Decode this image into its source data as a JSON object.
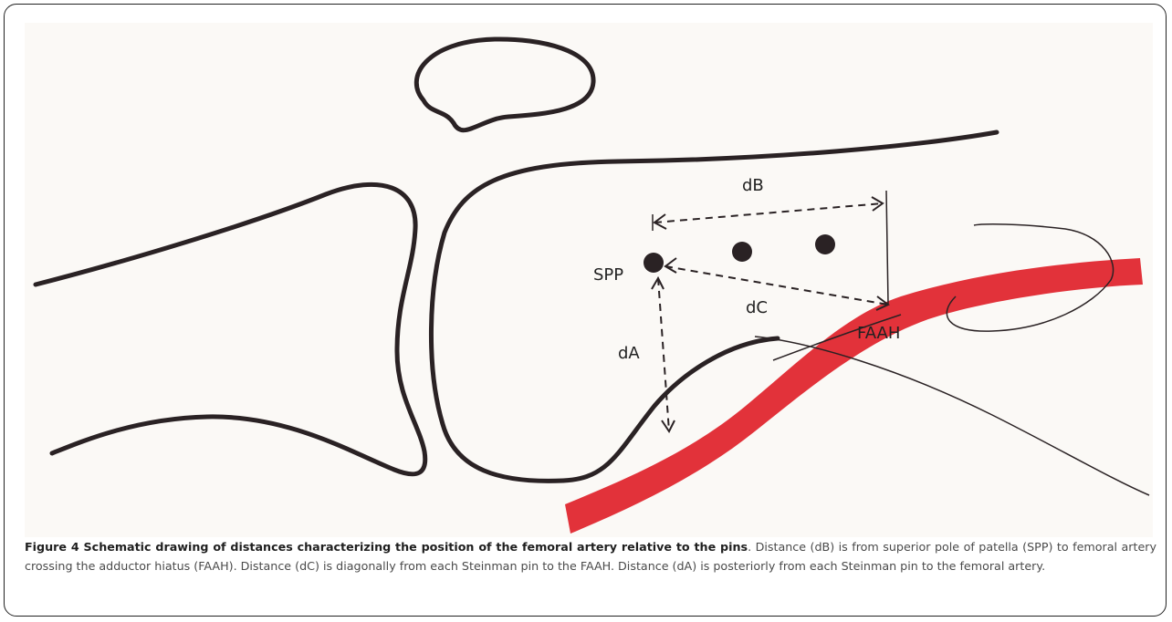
{
  "figure": {
    "labels": {
      "db": "dB",
      "dc": "dC",
      "da": "dA",
      "spp": "SPP",
      "faah": "FAAH"
    },
    "colors": {
      "ink": "#2a2224",
      "artery": "#e2323a",
      "paper": "#fbf9f6"
    }
  },
  "caption": {
    "lead": "Figure 4 Schematic drawing of distances characterizing the position of the femoral artery relative to the pins",
    "body": ". Distance (dB) is from superior pole of patella (SPP) to femoral artery crossing the adductor hiatus (FAAH). Distance (dC) is diagonally from each Steinman pin to the FAAH. Distance (dA) is posteriorly from each Steinman pin to the femoral artery."
  }
}
